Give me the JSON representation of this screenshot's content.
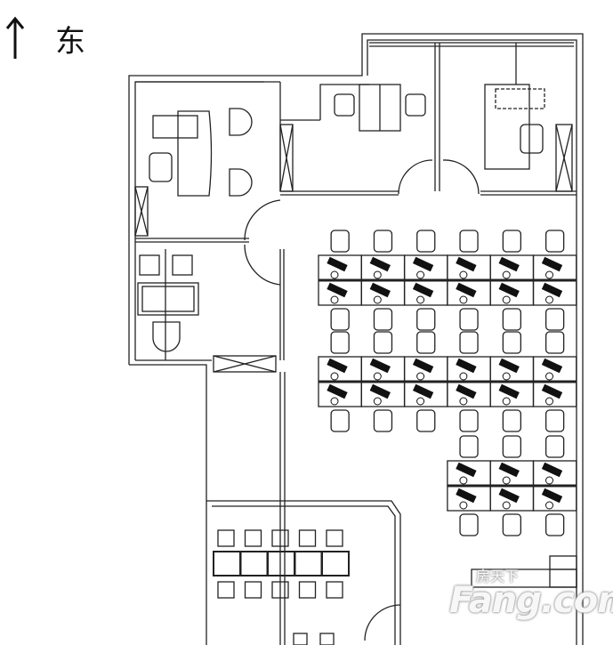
{
  "compass": {
    "direction_label": "东",
    "icon": "up-arrow-icon"
  },
  "watermark": {
    "chinese": "房天下",
    "brand": "Fang.com"
  },
  "plan": {
    "open_office_rows": [
      {
        "desk_columns": 6,
        "chairs_above": true,
        "chairs_below": true
      },
      {
        "desk_columns": 6,
        "chairs_above": true,
        "chairs_below": true
      },
      {
        "desk_columns": 3,
        "chairs_above": true,
        "chairs_below": true
      }
    ],
    "meeting_room_seats": 10
  }
}
